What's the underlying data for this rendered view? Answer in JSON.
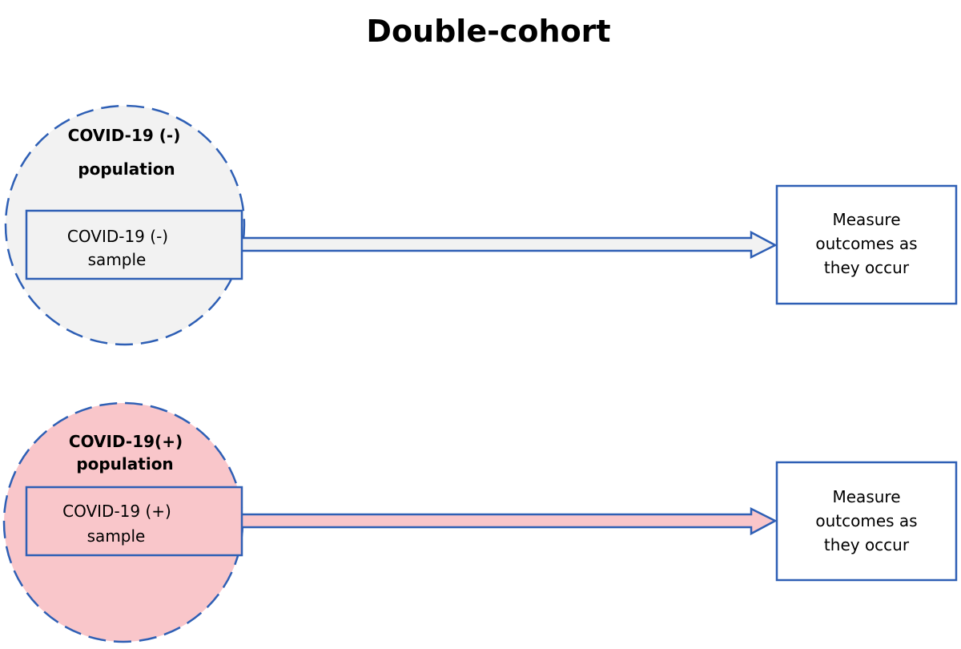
{
  "title": "Double-cohort",
  "colors": {
    "outline": "#2e5fb5",
    "negative_fill": "#f2f2f2",
    "positive_fill": "#f9c6ca",
    "outcome_fill": "#ffffff"
  },
  "cohorts": [
    {
      "population_line1": "COVID-19 (-)",
      "population_line2": "population",
      "sample_line1": "COVID-19 (-)",
      "sample_line2": "sample",
      "outcome_line1": "Measure",
      "outcome_line2": "outcomes as",
      "outcome_line3": "they occur"
    },
    {
      "population_line1": "COVID-19(+)",
      "population_line2": "population",
      "sample_line1": "COVID-19 (+)",
      "sample_line2": "sample",
      "outcome_line1": "Measure",
      "outcome_line2": "outcomes as",
      "outcome_line3": "they occur"
    }
  ]
}
